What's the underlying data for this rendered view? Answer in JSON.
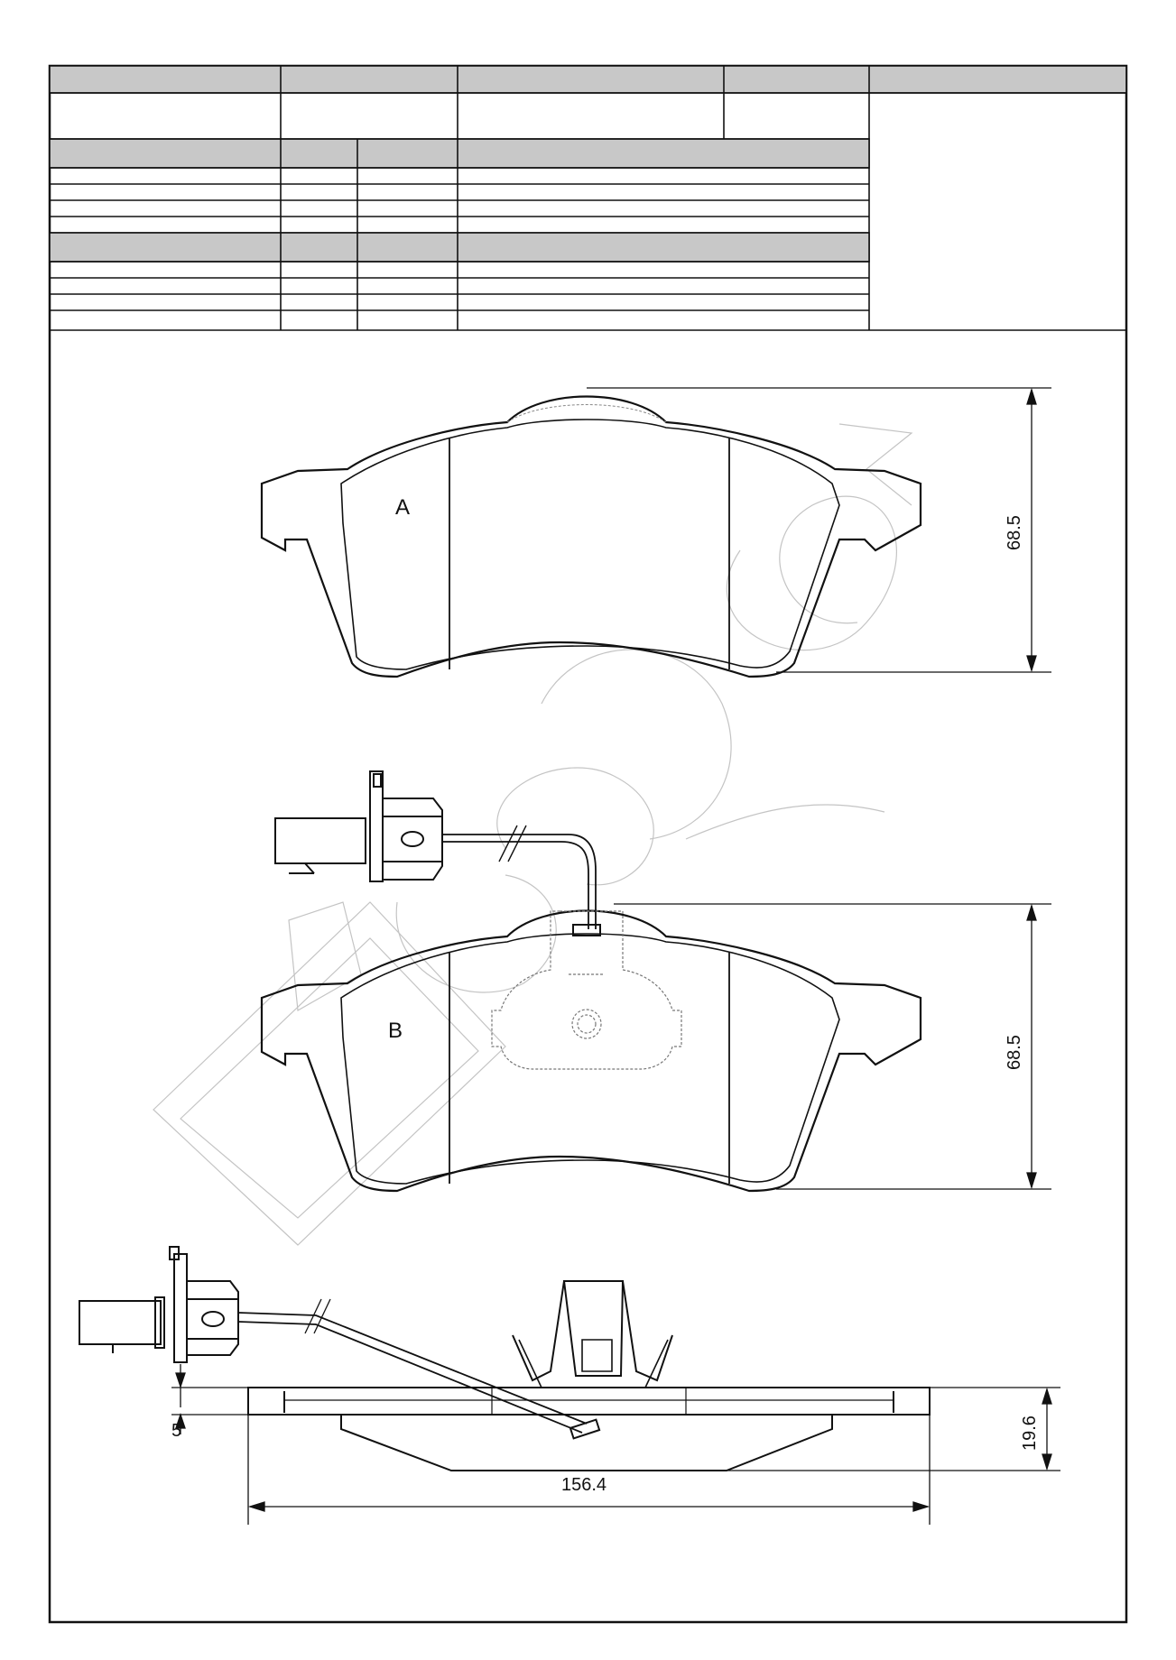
{
  "drawing": {
    "pad_a_label": "A",
    "pad_b_label": "B",
    "pad_a_height": "68.5",
    "pad_b_height": "68.5",
    "overall_width": "156.4",
    "thickness": "19.6",
    "sensor_offset": "5"
  },
  "colors": {
    "header_fill": "#c8c8c8",
    "line": "#111111",
    "watermark": "#bdbdbd"
  }
}
